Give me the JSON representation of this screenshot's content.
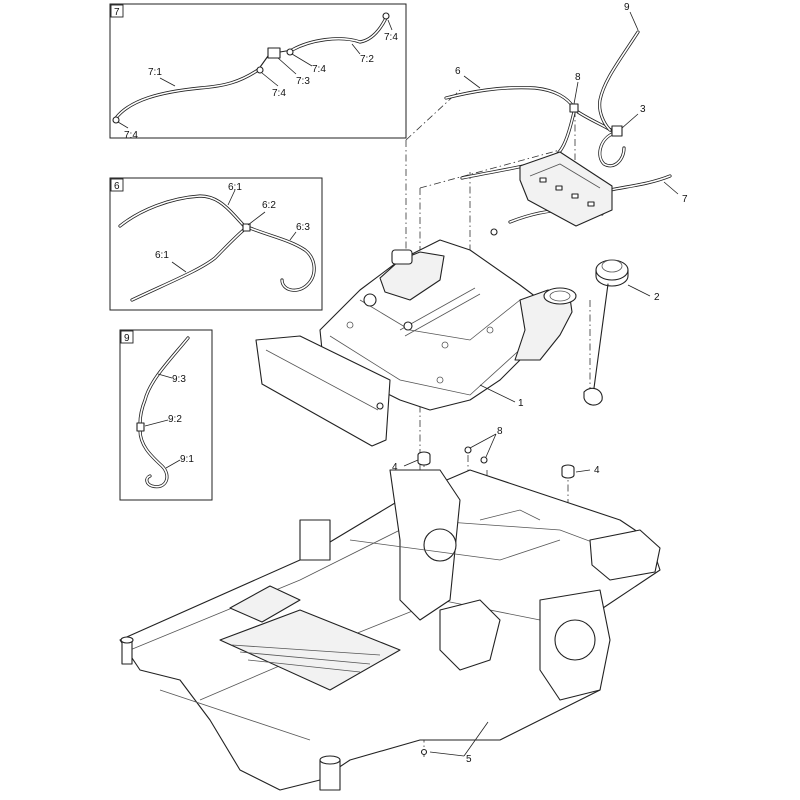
{
  "insets": {
    "seven": {
      "id": "7",
      "labels": [
        "7:1",
        "7:2",
        "7:3",
        "7:4",
        "7:4",
        "7:4",
        "7:4"
      ]
    },
    "six": {
      "id": "6",
      "labels": [
        "6:1",
        "6:2",
        "6:3",
        "6:1"
      ]
    },
    "nine": {
      "id": "9",
      "labels": [
        "9:3",
        "9:2",
        "9:1"
      ]
    }
  },
  "callouts": {
    "c1": "1",
    "c2": "2",
    "c3": "3",
    "c4a": "4",
    "c4b": "4",
    "c5": "5",
    "c6": "6",
    "c7": "7",
    "c8a": "8",
    "c8b": "8",
    "c9": "9"
  }
}
